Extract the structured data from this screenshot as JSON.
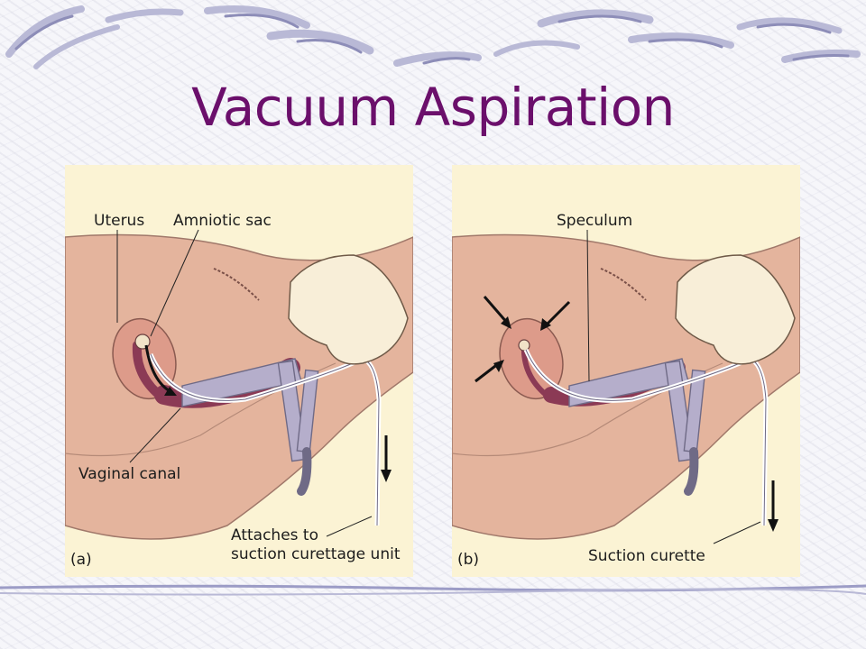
{
  "title": "Vacuum Aspiration",
  "panel_a": {
    "tag": "(a)",
    "labels": {
      "uterus": "Uterus",
      "amniotic_sac": "Amniotic sac",
      "vaginal_canal": "Vaginal canal",
      "attaches_line1": "Attaches to",
      "attaches_line2": "suction curettage unit"
    }
  },
  "panel_b": {
    "tag": "(b)",
    "labels": {
      "speculum": "Speculum",
      "suction_curette": "Suction curette"
    }
  },
  "colors": {
    "title": "#6b0f6b",
    "panel_bg": "#fbf3d4",
    "skin": "#e4b49d",
    "uterus": "#dd9b8a",
    "cavity": "#8b3a55",
    "speculum": "#b5aecb",
    "hand": "#f8eed8"
  }
}
